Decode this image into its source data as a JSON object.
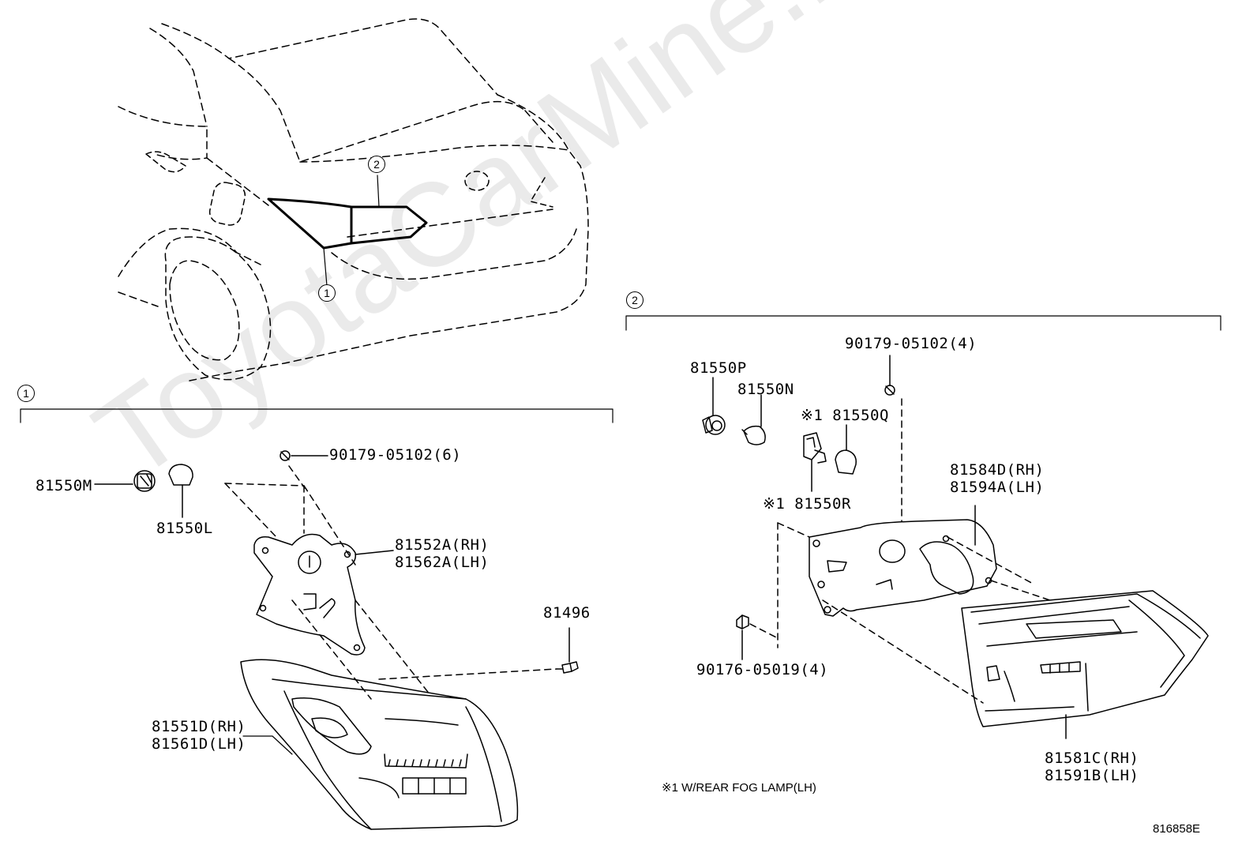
{
  "watermark": "ToyotaCarMine.ru",
  "diagram_id": "816858E",
  "note": "※1  W/REAR FOG LAMP(LH)",
  "callouts": {
    "c1_car": "1",
    "c2_car": "2",
    "c1_section": "1",
    "c2_section": "2"
  },
  "section1": {
    "p_81550M": "81550M",
    "p_81550L": "81550L",
    "p_screw6": "90179-05102(6)",
    "p_81552A_rh": "81552A(RH)",
    "p_81562A_lh": "81562A(LH)",
    "p_81496": "81496",
    "p_81551D_rh": "81551D(RH)",
    "p_81561D_lh": "81561D(LH)"
  },
  "section2": {
    "p_81550P": "81550P",
    "p_81550N": "81550N",
    "p_81550Q": "※1 81550Q",
    "p_81550R": "※1 81550R",
    "p_screw4": "90179-05102(4)",
    "p_81584D_rh": "81584D(RH)",
    "p_81594A_lh": "81594A(LH)",
    "p_clip4": "90176-05019(4)",
    "p_81581C_rh": "81581C(RH)",
    "p_81591B_lh": "81591B(LH)"
  }
}
